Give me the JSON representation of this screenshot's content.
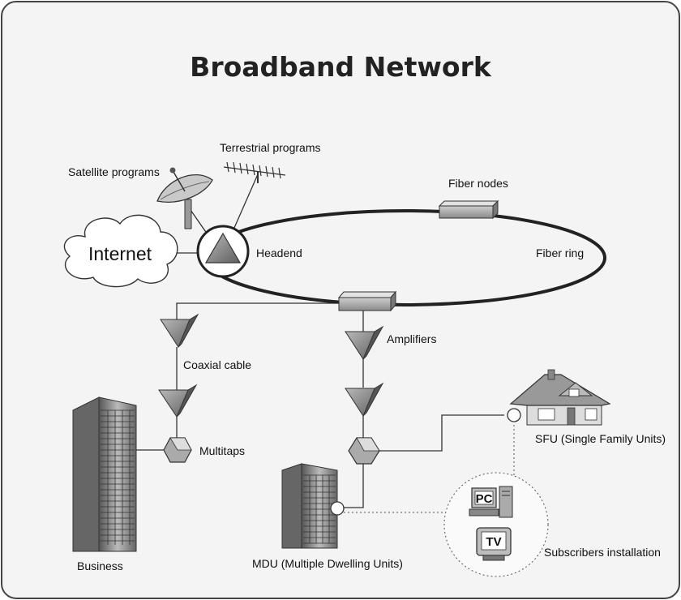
{
  "title": "Broadband Network",
  "labels": {
    "satellite": "Satellite programs",
    "terrestrial": "Terrestrial programs",
    "internet": "Internet",
    "headend": "Headend",
    "fiber_nodes": "Fiber nodes",
    "fiber_ring": "Fiber ring",
    "coaxial": "Coaxial cable",
    "amplifiers": "Amplifiers",
    "multitaps": "Multitaps",
    "business": "Business",
    "mdu": "MDU (Multiple Dwelling Units)",
    "sfu": "SFU (Single Family Units)",
    "subscribers": "Subscribers installation",
    "pc": "PC",
    "tv": "TV"
  },
  "colors": {
    "background": "#f4f4f4",
    "line": "#222222",
    "fill_gray": "#8a8a8a",
    "fill_light": "#c8c8c8"
  }
}
